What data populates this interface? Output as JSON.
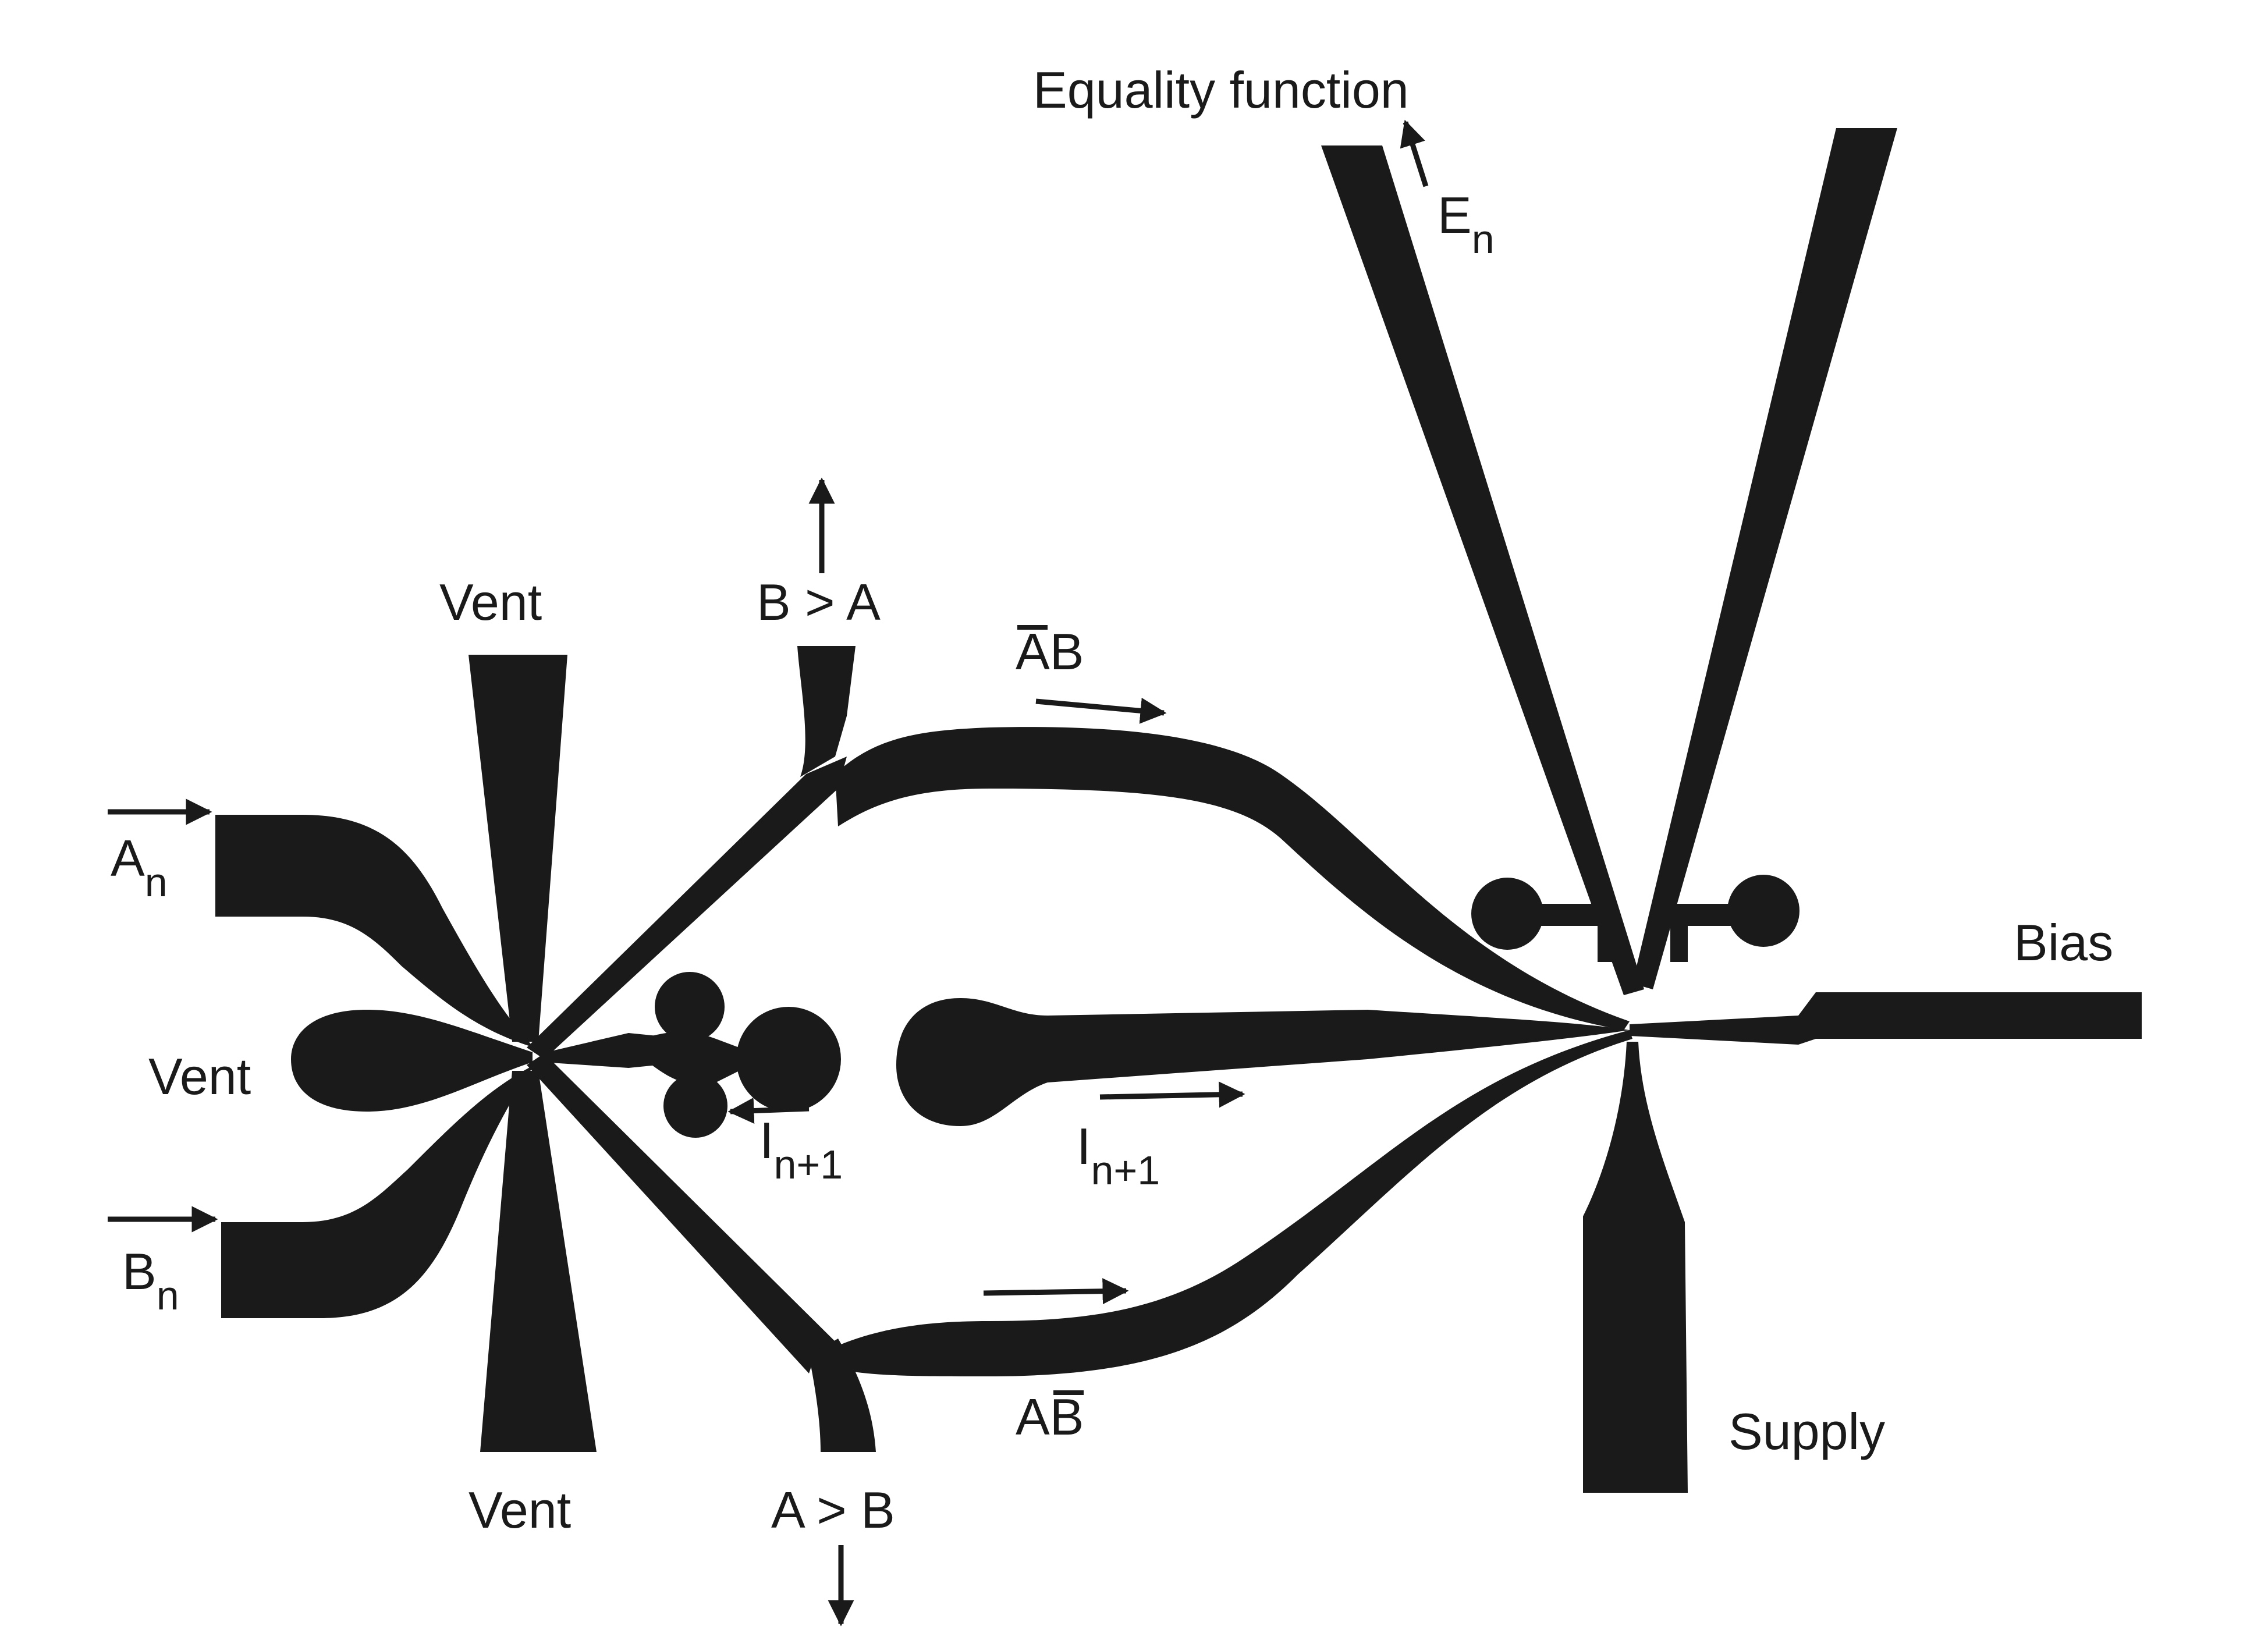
{
  "labels": {
    "equality_function": "Equality function",
    "e_main": "E",
    "e_sub": "n",
    "a_main": "A",
    "a_sub": "n",
    "b_main": "B",
    "b_sub": "n",
    "vent_top": "Vent",
    "vent_left": "Vent",
    "vent_bottom": "Vent",
    "b_gt_a": "B > A",
    "a_gt_b": "A > B",
    "ab_bar_a_letter_a": "A",
    "ab_bar_a_letter_b": "B",
    "ab_bar_b_letter_a": "A",
    "ab_bar_b_letter_b": "B",
    "i_main_left": "I",
    "i_sub_left": "n+1",
    "i_main_center": "I",
    "i_sub_center": "n+1",
    "bias": "Bias",
    "supply": "Supply"
  },
  "colors": {
    "ink": "#1a1a1a",
    "paper": "#ffffff"
  }
}
